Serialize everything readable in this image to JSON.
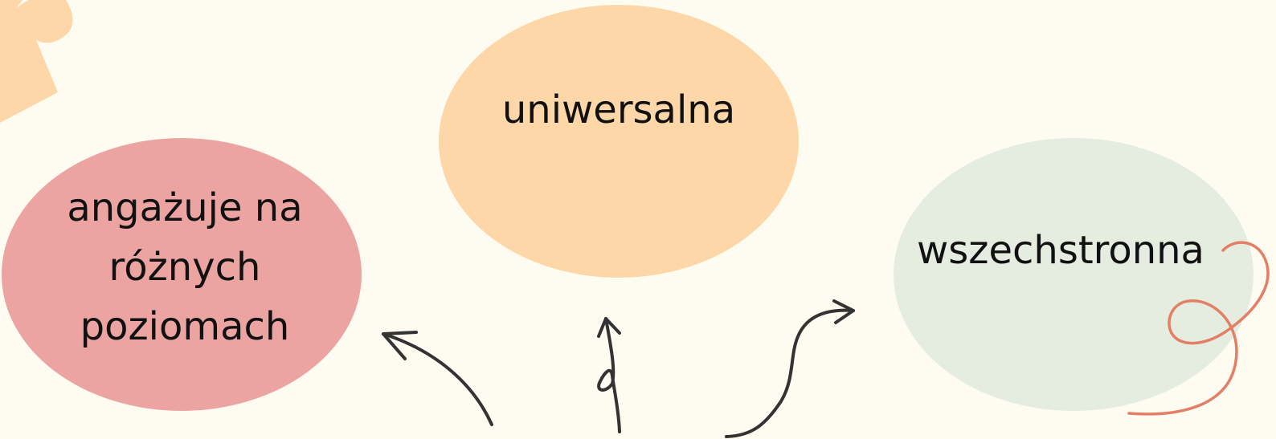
{
  "diagram": {
    "nodes": [
      {
        "id": "left",
        "text": "angażuje na\nróżnych\npoziomach",
        "color": "#eca4a3"
      },
      {
        "id": "top",
        "text": "uniwersalna",
        "color": "#fdd7a8"
      },
      {
        "id": "right",
        "text": "wszechstronna",
        "color": "#e4ede0"
      }
    ],
    "arrows": [
      {
        "from": "center",
        "to": "left"
      },
      {
        "from": "center",
        "to": "top"
      },
      {
        "from": "center",
        "to": "right"
      }
    ]
  },
  "colors": {
    "background": "#fefbf0",
    "arrow": "#333333",
    "accent_swirl": "#e47f67",
    "corner_decoration": "#fdd7a8"
  }
}
